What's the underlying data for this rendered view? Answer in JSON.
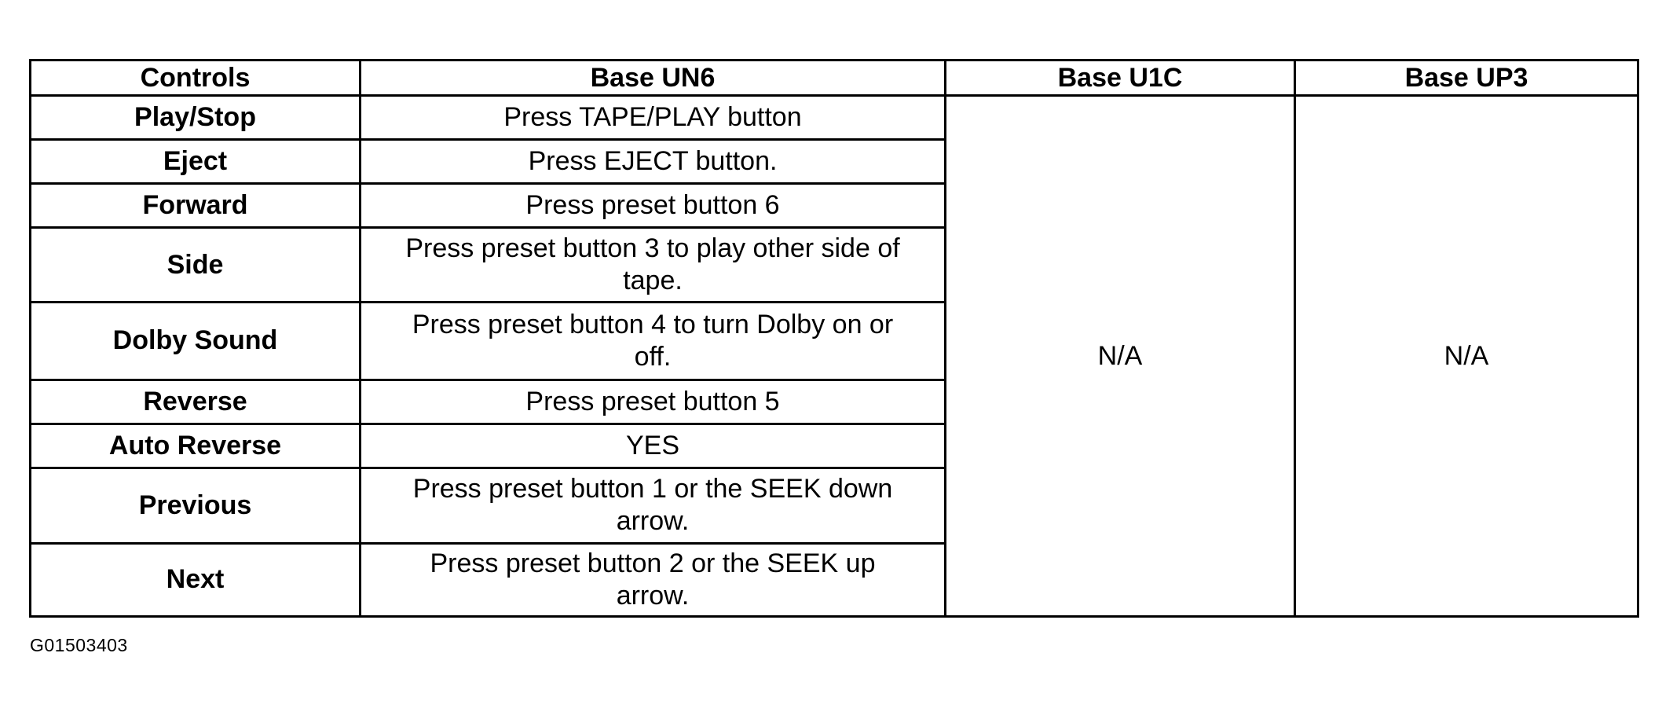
{
  "table": {
    "headers": [
      "Controls",
      "Base UN6",
      "Base U1C",
      "Base UP3"
    ],
    "rows": [
      {
        "control": "Play/Stop",
        "un6": "Press TAPE/PLAY button"
      },
      {
        "control": "Eject",
        "un6": "Press EJECT button."
      },
      {
        "control": "Forward",
        "un6": "Press preset button 6"
      },
      {
        "control": "Side",
        "un6": "Press preset button 3 to play other side of tape."
      },
      {
        "control": "Dolby Sound",
        "un6": "Press preset button 4 to turn Dolby on or off."
      },
      {
        "control": "Reverse",
        "un6": "Press preset button 5"
      },
      {
        "control": "Auto Reverse",
        "un6": "YES"
      },
      {
        "control": "Previous",
        "un6": "Press preset button 1 or the SEEK down arrow."
      },
      {
        "control": "Next",
        "un6": "Press preset button 2 or the SEEK up arrow."
      }
    ],
    "u1c_value": "N/A",
    "up3_value": "N/A"
  },
  "figure_id": "G01503403"
}
